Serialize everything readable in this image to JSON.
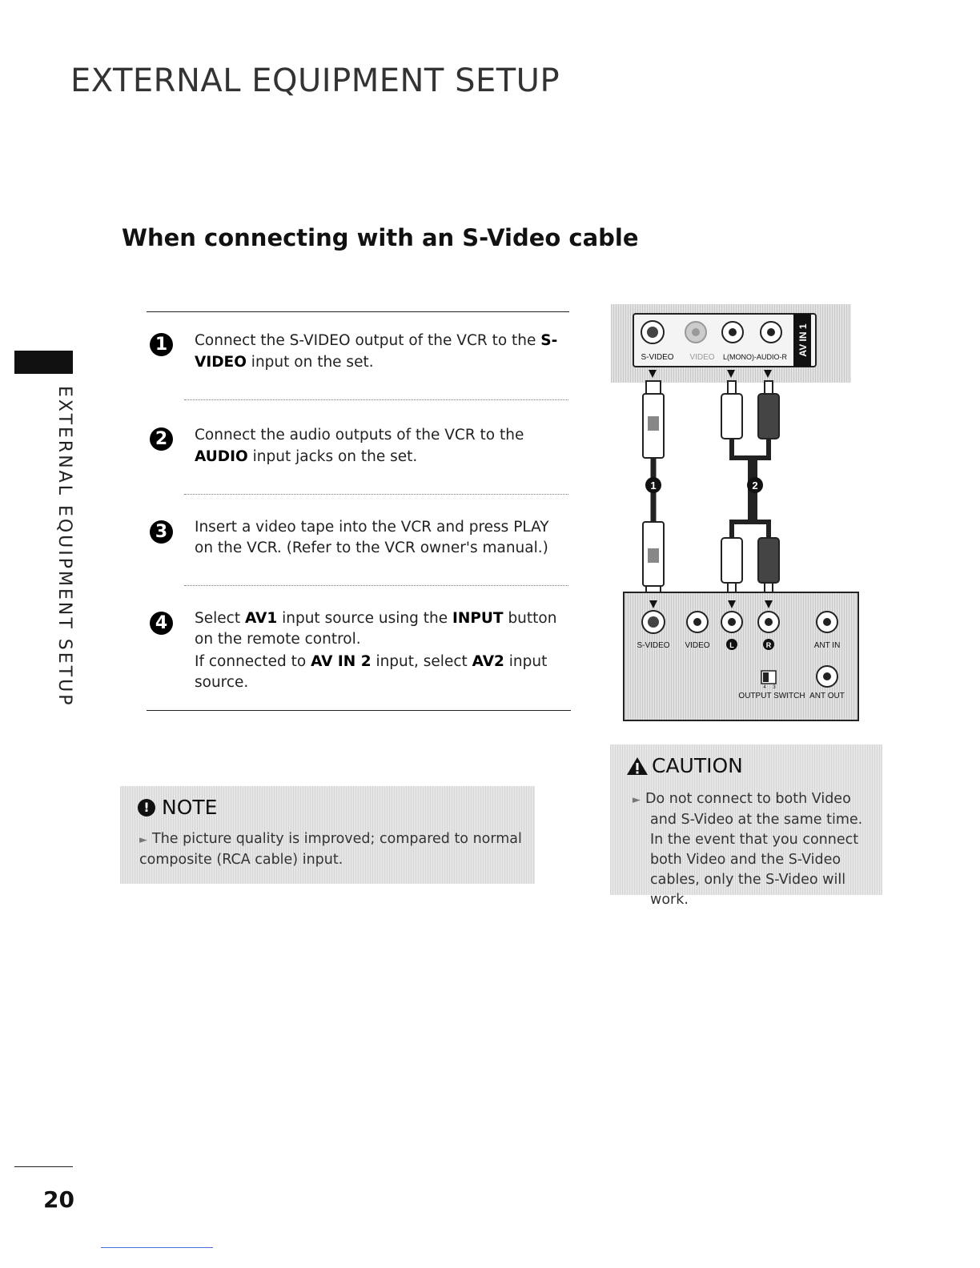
{
  "page_title": "EXTERNAL EQUIPMENT SETUP",
  "section_title": "When connecting with an S-Video cable",
  "side_label": "EXTERNAL EQUIPMENT SETUP",
  "page_number": "20",
  "steps": [
    {
      "number": "1",
      "parts": [
        "Connect the S-VIDEO output of the VCR to the ",
        "S-VIDEO",
        " input on the set."
      ]
    },
    {
      "number": "2",
      "parts": [
        "Connect the audio outputs of the VCR to the ",
        "AUDIO",
        " input jacks on the set."
      ]
    },
    {
      "number": "3",
      "text": "Insert a video tape into the VCR and press PLAY on the VCR. (Refer to the VCR owner's manual.)"
    },
    {
      "number": "4",
      "parts": [
        "Select ",
        "AV1",
        " input source using the ",
        "INPUT",
        " button on the remote control."
      ],
      "sub_parts": [
        "If connected to ",
        "AV IN 2",
        " input, select ",
        "AV2",
        " input source."
      ]
    }
  ],
  "note": {
    "title": "NOTE",
    "text": "The picture quality is improved; compared to normal composite (RCA cable) input."
  },
  "caution": {
    "title": "CAUTION",
    "text": "Do not connect to both Video and S-Video at the same time. In the event that you connect both Video and the S-Video cables, only the S-Video will work."
  },
  "diagram": {
    "tv_panel_label": "AV IN 1",
    "tv_jacks": [
      "S-VIDEO",
      "VIDEO",
      "L(MONO)-AUDIO-R"
    ],
    "cable_markers": [
      "1",
      "2"
    ],
    "vcr_jacks": [
      "S-VIDEO",
      "VIDEO",
      "L",
      "R",
      "ANT IN"
    ],
    "vcr_switch": "OUTPUT SWITCH",
    "vcr_switch_nums": [
      "4",
      "3"
    ],
    "vcr_ant_out": "ANT OUT"
  }
}
